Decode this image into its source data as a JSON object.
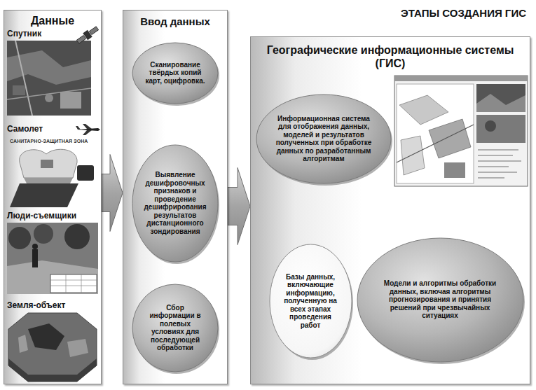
{
  "diagram": {
    "title": "ЭТАПЫ СОЗДАНИЯ ГИС",
    "nodes": [
      {
        "text": [
          "Данные"
        ]
      },
      {
        "text": [
          "Ввод данных"
        ]
      },
      {
        "text": [
          "Сканирование твёрдых копий карт, оцифровка."
        ],
        "in": 1
      },
      {
        "text": [
          "Выявление дешифровочных признаков и проведение дешифрирования результатов дистанционного зондирования"
        ],
        "in": 1
      },
      {
        "text": [
          "Сбор информации в полевых условиях для последующей обработки"
        ],
        "in": 1
      },
      {
        "text": [
          "Географические информационные системы (ГИС)"
        ]
      },
      {
        "text": [
          "Информационная система для отображения данных, моделей и результатов полученных при обработке данных по разработанным алгоритмам"
        ],
        "in": 5
      },
      {
        "text": [
          "Базы данных, включающие информацию, полученную на всех этапах проведения работ"
        ],
        "in": 5
      },
      {
        "text": [
          "Модели и алгоритмы обработки данных, включая алгоритмы прогнозирования и принятия решений при чрезвычайных ситуациях"
        ],
        "in": 5
      }
    ],
    "edges": [
      {
        "from": 0,
        "to": 1,
        "arrow": "to"
      },
      {
        "from": 1,
        "to": 5,
        "arrow": "to"
      }
    ],
    "labels": [
      "Спутник",
      "Самолет",
      "САНИТАРНО-ЗАЩИТНАЯ ЗОНА",
      "Люди-съемщики",
      "Земля-объект"
    ]
  }
}
